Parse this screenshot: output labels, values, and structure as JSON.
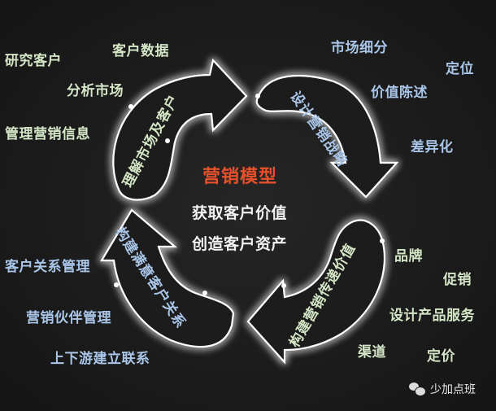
{
  "diagram": {
    "title": "营销模型",
    "center_lines": [
      "获取客户价值",
      "创造客户资产"
    ],
    "title_color": "#e8502a",
    "arrows": [
      {
        "label": "理解市场及客户",
        "color": "#d4e6c6",
        "direction": "top-left to top-right"
      },
      {
        "label": "设计营销战略",
        "color": "#a9c6e8",
        "direction": "top-right to bottom-right"
      },
      {
        "label": "构建营销传递价值",
        "color": "#d4e6c6",
        "direction": "bottom-right to bottom-left"
      },
      {
        "label": "构建满意客户关系",
        "color": "#a9c6e8",
        "direction": "bottom-left to top-left"
      }
    ],
    "groups": {
      "understand_market": [
        "研究客户",
        "客户数据",
        "分析市场",
        "管理营销信息"
      ],
      "design_strategy": [
        "市场细分",
        "定位",
        "价值陈述",
        "差异化"
      ],
      "deliver_value": [
        "品牌",
        "促销",
        "设计产品服务",
        "渠道",
        "定价"
      ],
      "customer_relations": [
        "客户关系管理",
        "营销伙伴管理",
        "上下游建立联系"
      ]
    }
  },
  "watermark": {
    "icon": "wechat-icon",
    "text": "少加点班"
  }
}
